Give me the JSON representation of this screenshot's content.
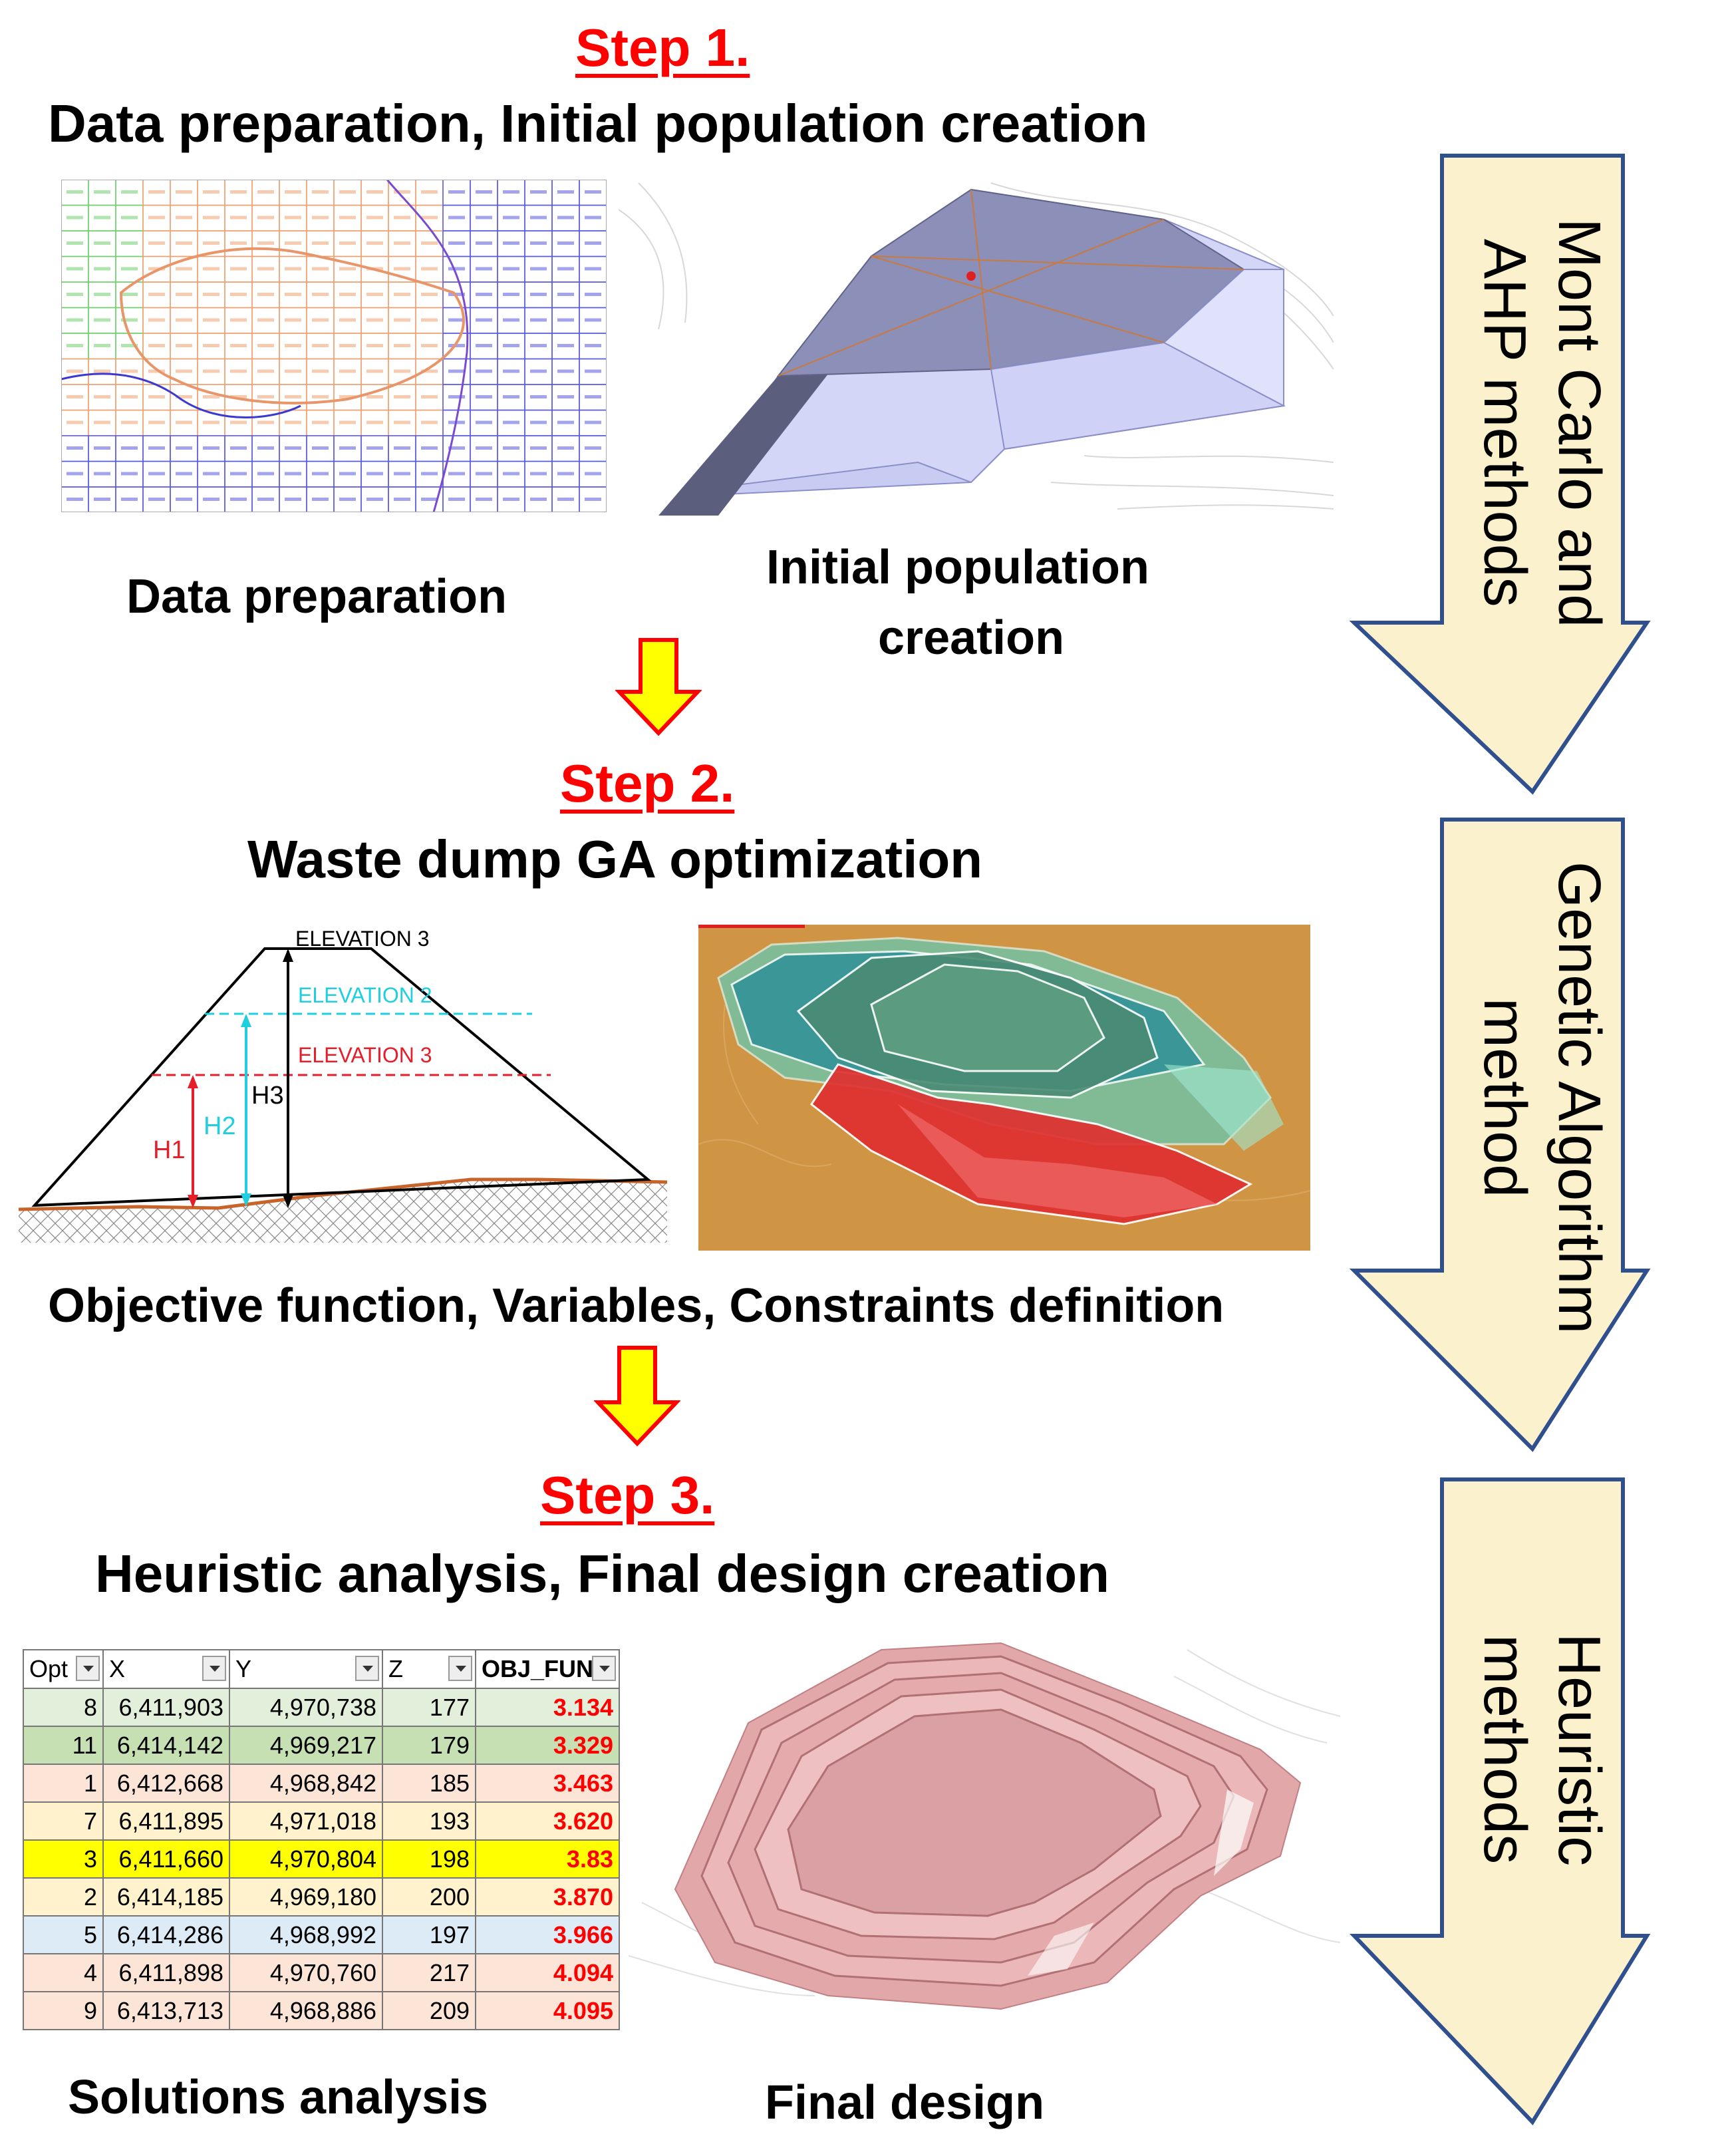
{
  "step1": {
    "label": "Step 1.",
    "heading": "Data preparation,  Initial population creation",
    "caption_left": "Data preparation",
    "caption_right_line1": "Initial population",
    "caption_right_line2": "creation"
  },
  "step2": {
    "label": "Step 2.",
    "heading": "Waste dump GA optimization",
    "caption": "Objective function, Variables, Constraints definition",
    "cross_section": {
      "elevation_top": "ELEVATION 3",
      "elevation_mid": "ELEVATION 2",
      "elevation_low": "ELEVATION 3",
      "h1": "H1",
      "h2": "H2",
      "h3": "H3"
    }
  },
  "step3": {
    "label": "Step 3.",
    "heading": "Heuristic analysis, Final design creation",
    "caption_left": "Solutions analysis",
    "caption_right": "Final design",
    "table": {
      "headers": [
        "Opt",
        "X",
        "Y",
        "Z",
        "OBJ_FUN"
      ],
      "rows": [
        {
          "opt": "8",
          "x": "6,411,903",
          "y": "4,970,738",
          "z": "177",
          "obj": "3.134",
          "color": "#e2efda"
        },
        {
          "opt": "11",
          "x": "6,414,142",
          "y": "4,969,217",
          "z": "179",
          "obj": "3.329",
          "color": "#c6e0b4"
        },
        {
          "opt": "1",
          "x": "6,412,668",
          "y": "4,968,842",
          "z": "185",
          "obj": "3.463",
          "color": "#fce4d6"
        },
        {
          "opt": "7",
          "x": "6,411,895",
          "y": "4,971,018",
          "z": "193",
          "obj": "3.620",
          "color": "#fff2cc"
        },
        {
          "opt": "3",
          "x": "6,411,660",
          "y": "4,970,804",
          "z": "198",
          "obj": "3.83",
          "color": "#ffff00"
        },
        {
          "opt": "2",
          "x": "6,414,185",
          "y": "4,969,180",
          "z": "200",
          "obj": "3.870",
          "color": "#fff2cc"
        },
        {
          "opt": "5",
          "x": "6,414,286",
          "y": "4,968,992",
          "z": "197",
          "obj": "3.966",
          "color": "#ddebf7"
        },
        {
          "opt": "4",
          "x": "6,411,898",
          "y": "4,970,760",
          "z": "217",
          "obj": "4.094",
          "color": "#fce4d6"
        },
        {
          "opt": "9",
          "x": "6,413,713",
          "y": "4,968,886",
          "z": "209",
          "obj": "4.095",
          "color": "#fce4d6"
        }
      ]
    }
  },
  "side_arrows": [
    {
      "line1": "Mont Carlo and",
      "line2": "AHP methods"
    },
    {
      "line1": "Genetic Algorithm",
      "line2": "method"
    },
    {
      "line1": "Heuristic",
      "line2": "methods"
    }
  ],
  "colors": {
    "step_label": "#ff0000",
    "side_arrow_fill": "#fbf2cd",
    "side_arrow_stroke": "#2f4f8f",
    "flow_arrow_fill": "#ffff00",
    "flow_arrow_stroke": "#ff0000"
  }
}
